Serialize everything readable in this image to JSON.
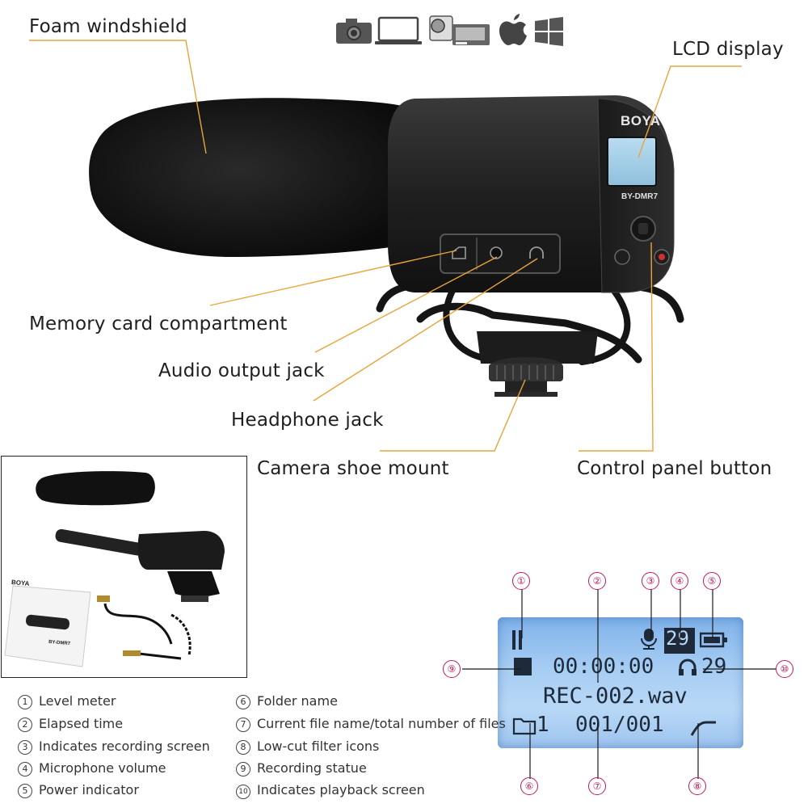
{
  "callouts": {
    "foam_windshield": "Foam windshield",
    "lcd_display": "LCD display",
    "memory_card": "Memory card compartment",
    "audio_output": "Audio output jack",
    "headphone_jack": "Headphone jack",
    "camera_shoe": "Camera shoe mount",
    "control_panel": "Control panel button"
  },
  "device": {
    "brand": "BOYA",
    "model": "BY-DMR7"
  },
  "compat_icons": [
    "camera-icon",
    "laptop-icon",
    "camcorder-icon",
    "apple-icon",
    "windows-icon"
  ],
  "lcd": {
    "elapsed": "00:00:00",
    "volume": "29",
    "playback_volume": "29",
    "filename": "REC-002.wav",
    "folder": "1",
    "file_count": "001/001"
  },
  "markers": {
    "m1": "①",
    "m2": "②",
    "m3": "③",
    "m4": "④",
    "m5": "⑤",
    "m6": "⑥",
    "m7": "⑦",
    "m8": "⑧",
    "m9": "⑨",
    "m10": "⑩"
  },
  "legend": {
    "left": [
      {
        "num": "1",
        "text": "Level meter"
      },
      {
        "num": "2",
        "text": "Elapsed time"
      },
      {
        "num": "3",
        "text": "Indicates recording screen"
      },
      {
        "num": "4",
        "text": "Microphone volume"
      },
      {
        "num": "5",
        "text": "Power indicator"
      }
    ],
    "right": [
      {
        "num": "6",
        "text": "Folder name"
      },
      {
        "num": "7",
        "text": "Current file name/total number of files"
      },
      {
        "num": "8",
        "text": "Low-cut filter icons"
      },
      {
        "num": "9",
        "text": "Recording statue"
      },
      {
        "num": "10",
        "text": "Indicates playback screen"
      }
    ]
  },
  "inset": {
    "manual_brand": "BOYA",
    "manual_model": "BY-DMR7"
  },
  "colors": {
    "leader_line": "#e8a53a",
    "marker": "#c2185b",
    "device_body": "#2b2b2b",
    "lcd_bg": "#a7cdf3"
  }
}
